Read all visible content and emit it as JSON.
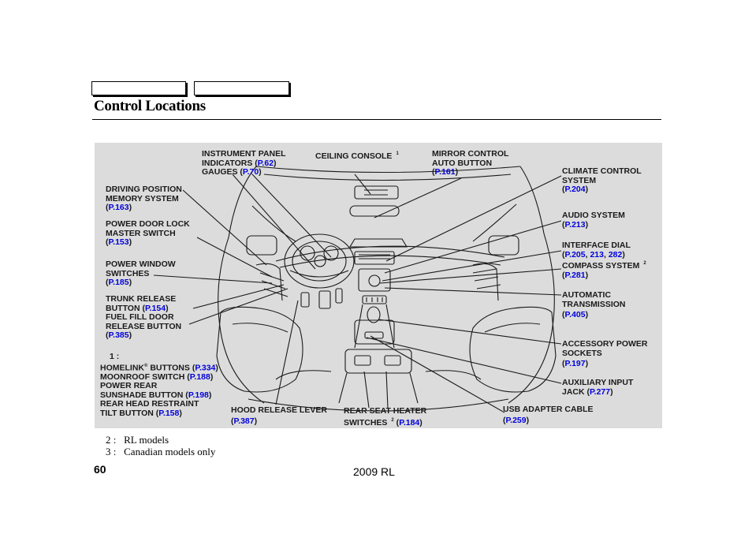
{
  "nav": {
    "prev_button": "",
    "next_button": ""
  },
  "page": {
    "title": "Control Locations",
    "number": "60",
    "model": "2009  RL"
  },
  "footnotes": [
    {
      "mark": "2 :",
      "text": "RL models"
    },
    {
      "mark": "3 :",
      "text": "Canadian models only"
    }
  ],
  "labels": {
    "instrument_panel": {
      "l1": "INSTRUMENT PANEL",
      "l2": "INDICATORS (",
      "p1": "P.62",
      "l2e": ")",
      "l3": "GAUGES (",
      "p2": "P.70",
      "l3e": ")"
    },
    "ceiling_console": {
      "l1": "CEILING CONSOLE",
      "sup": "1"
    },
    "mirror_control": {
      "l1": "MIRROR CONTROL",
      "l2": "AUTO BUTTON",
      "p": "P.161"
    },
    "climate_control": {
      "l1": "CLIMATE CONTROL",
      "l2": "SYSTEM",
      "p": "P.204"
    },
    "driving_position": {
      "l1": "DRIVING POSITION",
      "l2": "MEMORY SYSTEM",
      "p": "P.163"
    },
    "power_door_lock": {
      "l1": "POWER DOOR LOCK",
      "l2": "MASTER SWITCH",
      "p": "P.153"
    },
    "audio_system": {
      "l1": "AUDIO SYSTEM",
      "p": "P.213"
    },
    "interface_dial": {
      "l1": "INTERFACE DIAL",
      "p": "P.205, 213, 282",
      "p_a": "P.205",
      "p_b": "213",
      "p_c": "282"
    },
    "compass_system": {
      "l1": "COMPASS SYSTEM",
      "sup": "2",
      "p": "P.281"
    },
    "power_window": {
      "l1": "POWER WINDOW",
      "l2": "SWITCHES",
      "p": "P.185"
    },
    "trunk_release": {
      "l1": "TRUNK RELEASE",
      "l2": "BUTTON (",
      "p": "P.154",
      "l2e": ")"
    },
    "fuel_fill": {
      "l1": "FUEL FILL DOOR",
      "l2": "RELEASE BUTTON",
      "p": "P.385"
    },
    "automatic_transmission": {
      "l1": "AUTOMATIC",
      "l2": "TRANSMISSION",
      "p": "P.405"
    },
    "accessory_power": {
      "l1": "ACCESSORY POWER",
      "l2": "SOCKETS",
      "p": "P.197"
    },
    "note1": {
      "mark": "1 :"
    },
    "homelink": {
      "l1": "HOMELINK",
      "reg": "®",
      "l1b": " BUTTONS (",
      "p": "P.334",
      "e": ")"
    },
    "moonroof": {
      "l1": "MOONROOF SWITCH  (",
      "p": "P.188",
      "e": ")"
    },
    "power_rear": {
      "l1": "POWER REAR",
      "l2": "SUNSHADE BUTTON  (",
      "p": "P.198",
      "e": ")"
    },
    "rear_head": {
      "l1": "REAR HEAD RESTRAINT",
      "l2": "TILT BUTTON  (",
      "p": "P.158",
      "e": ")"
    },
    "auxiliary_input": {
      "l1": "AUXILIARY INPUT",
      "l2": "JACK (",
      "p": "P.277",
      "e": ")"
    },
    "hood_release": {
      "l1": "HOOD RELEASE LEVER",
      "p": "P.387"
    },
    "rear_seat_heater": {
      "l1": "REAR SEAT HEATER",
      "l2": "SWITCHES",
      "sup": "2",
      "l2b": " (",
      "p": "P.184",
      "e": ")"
    },
    "usb_adapter": {
      "l1": "USB ADAPTER CABLE",
      "p": "P.259"
    }
  }
}
